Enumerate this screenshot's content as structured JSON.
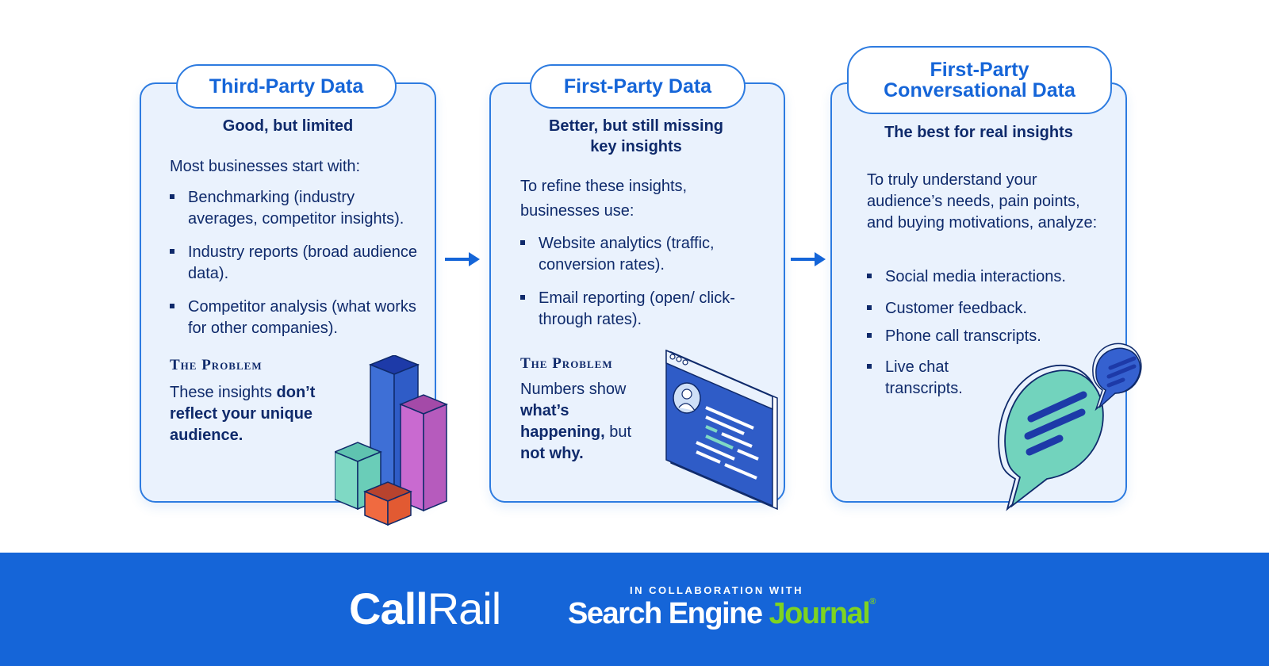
{
  "cards": [
    {
      "title": "Third-Party Data",
      "subtitle": "Good, but limited",
      "intro": "Most businesses start with:",
      "bullets": [
        "Benchmarking (industry averages, competitor insights).",
        "Industry reports (broad audience data).",
        "Competitor analysis (what works for other companies)."
      ],
      "problem_title": "The Problem",
      "problem_pre": "These insights ",
      "problem_bold": "don’t reflect your unique audience."
    },
    {
      "title": "First-Party Data",
      "subtitle": "Better, but still missing key insights",
      "intro": "To refine these insights, businesses use:",
      "bullets": [
        "Website analytics (traffic, conversion rates).",
        "Email reporting (open/ click-through rates)."
      ],
      "problem_title": "The Problem",
      "problem_p1": "Numbers show ",
      "problem_b1": "what’s happening,",
      "problem_p2": " but ",
      "problem_b2": "not why."
    },
    {
      "title": "First-Party Conversational Data",
      "subtitle": "The best for real insights",
      "intro": "To truly understand your audience’s needs, pain points, and buying motivations, analyze:",
      "bullets": [
        "Social media interactions.",
        "Customer feedback.",
        "Phone call transcripts.",
        "Live chat transcripts."
      ]
    }
  ],
  "footer": {
    "callrail_call": "Call",
    "callrail_rail": "Rail",
    "collab": "IN COLLABORATION WITH",
    "sej_main": "Search Engine",
    "sej_journal": "Journal",
    "sej_reg": "®"
  },
  "colors": {
    "primary_blue": "#1565d8",
    "card_bg": "#eaf2fd",
    "navy_text": "#0f2a6b",
    "sej_green": "#7ed321"
  },
  "icons": [
    "bar-chart-illustration",
    "browser-profile-illustration",
    "chat-bubbles-illustration",
    "arrow-right-icon"
  ]
}
